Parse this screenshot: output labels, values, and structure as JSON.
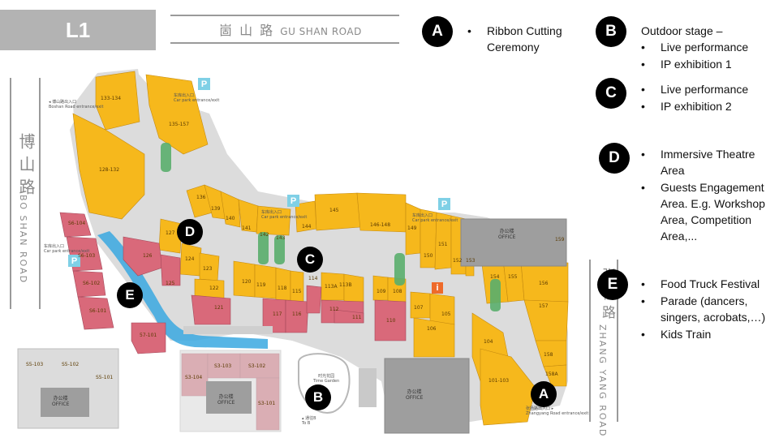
{
  "floor": "L1",
  "roads": {
    "gushan_zh": "崮 山 路",
    "gushan_en": "GU SHAN ROAD",
    "boshan_zh": "博山路",
    "boshan_en": "BO SHAN ROAD",
    "zhangyang_zh": "张杨路",
    "zhangyang_en": "ZHANG YANG ROAD"
  },
  "legend": {
    "A": {
      "letter": "A",
      "items": [
        "Ribbon Cutting Ceremony"
      ]
    },
    "B": {
      "letter": "B",
      "title": "Outdoor stage –",
      "items": [
        "Live performance",
        "IP exhibition 1"
      ]
    },
    "C": {
      "letter": "C",
      "items": [
        "Live performance",
        "IP exhibition 2"
      ]
    },
    "D": {
      "letter": "D",
      "items": [
        "Immersive Theatre Area",
        "Guests Engagement Area. E.g. Workshop Area, Competition Area,..."
      ]
    },
    "E": {
      "letter": "E",
      "items": [
        "Food Truck Festival",
        "Parade (dancers, singers, acrobats,…)",
        "Kids Train"
      ]
    }
  },
  "map_markers": {
    "A": "A",
    "B": "B",
    "C": "C",
    "D": "D",
    "E": "E"
  },
  "notes": {
    "bohan_entrance": "博山路出入口",
    "bohan_entrance_en": "Boshan Road entrance/exit",
    "carpark_zh": "车库出入口",
    "carpark_en": "Car park entrance/exit",
    "zhangyang_entrance": "张杨路出入口",
    "zhangyang_entrance_en": "Zhangyang Road entrance/exit",
    "garden_zh": "时光花园",
    "garden_en": "Time Garden",
    "to_b": "通往B",
    "to_b_en": "To B",
    "p": "P",
    "office_zh": "办公楼",
    "office_en": "OFFICE",
    "info": "i"
  },
  "units": {
    "u133": "133-134",
    "u135": "135-157",
    "u128": "128-132",
    "u136": "136",
    "u139": "139",
    "u140": "140",
    "u141": "141",
    "u142": "142",
    "u143": "143",
    "u144": "144",
    "u145": "145",
    "u146": "146-148",
    "u149": "149",
    "u150": "150",
    "u151": "151",
    "u152": "152",
    "u153": "153",
    "u154": "154",
    "u155": "155",
    "u156": "156",
    "u157": "157",
    "u158": "158",
    "u158a": "158A",
    "u159": "159",
    "u127": "127",
    "u126": "126",
    "u124": "124",
    "u125": "125",
    "u123": "123",
    "u122": "122",
    "u121": "121",
    "u120": "120",
    "u119": "119",
    "u118": "118",
    "u117": "117",
    "u116": "116",
    "u115": "115",
    "u114": "114",
    "u113a": "113A",
    "u113b": "113B",
    "u112": "112",
    "u111": "111",
    "u109": "109",
    "u108": "108",
    "u110": "110",
    "u107": "107",
    "u105": "105",
    "u106": "106",
    "u104": "104",
    "u101": "101-103",
    "u57": "57-101",
    "s6_104": "S6-104",
    "s6_103": "S6-103",
    "s6_102": "S6-102",
    "s6_101": "S6-101",
    "s5_103": "S5-103",
    "s5_102": "S5-102",
    "s5_101": "S5-101",
    "s3_104": "S3-104",
    "s3_103": "S3-103",
    "s3_102": "S3-102",
    "s3_101": "S3-101"
  },
  "colors": {
    "shop": "#f6b81c",
    "shop_dark": "#b97f0f",
    "pink": "#d9697a",
    "pink_dark": "#a3485a",
    "floor": "#d9d9d9",
    "office": "#9e9e9e",
    "water": "#3aa8e0",
    "escalator": "#5aae6d",
    "info": "#ee6a2a"
  }
}
